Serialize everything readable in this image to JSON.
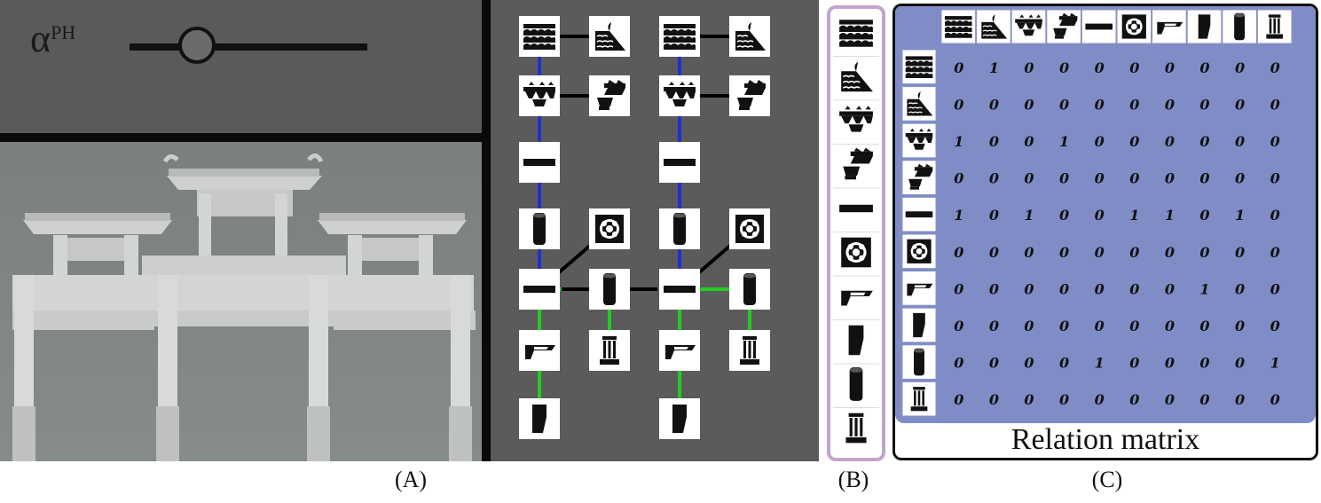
{
  "panelA": {
    "slider_label": "α",
    "slider_sup": "PH"
  },
  "captions": {
    "a": "(A)",
    "b": "(B)",
    "c": "(C)"
  },
  "components": [
    "wave-roof",
    "curled-roof",
    "bracket-set",
    "bracket-set-side",
    "beam",
    "lattice-panel",
    "eave-bracket",
    "column-cap",
    "column",
    "column-base"
  ],
  "matrix": {
    "title": "Relation matrix",
    "rows": [
      [
        0,
        1,
        0,
        0,
        0,
        0,
        0,
        0,
        0,
        0
      ],
      [
        0,
        0,
        0,
        0,
        0,
        0,
        0,
        0,
        0,
        0
      ],
      [
        1,
        0,
        0,
        1,
        0,
        0,
        0,
        0,
        0,
        0
      ],
      [
        0,
        0,
        0,
        0,
        0,
        0,
        0,
        0,
        0,
        0
      ],
      [
        1,
        0,
        1,
        0,
        0,
        1,
        1,
        0,
        1,
        0
      ],
      [
        0,
        0,
        0,
        0,
        0,
        0,
        0,
        0,
        0,
        0
      ],
      [
        0,
        0,
        0,
        0,
        0,
        0,
        0,
        1,
        0,
        0
      ],
      [
        0,
        0,
        0,
        0,
        0,
        0,
        0,
        0,
        0,
        0
      ],
      [
        0,
        0,
        0,
        0,
        1,
        0,
        0,
        0,
        0,
        1
      ],
      [
        0,
        0,
        0,
        0,
        0,
        0,
        0,
        0,
        0,
        0
      ]
    ]
  },
  "colors": {
    "edge_blue": "#1f2fd0",
    "edge_green": "#22cc22",
    "edge_black": "#000000",
    "matrix_bg": "#7f8cc6",
    "panelB_border": "#c2a4cc"
  }
}
